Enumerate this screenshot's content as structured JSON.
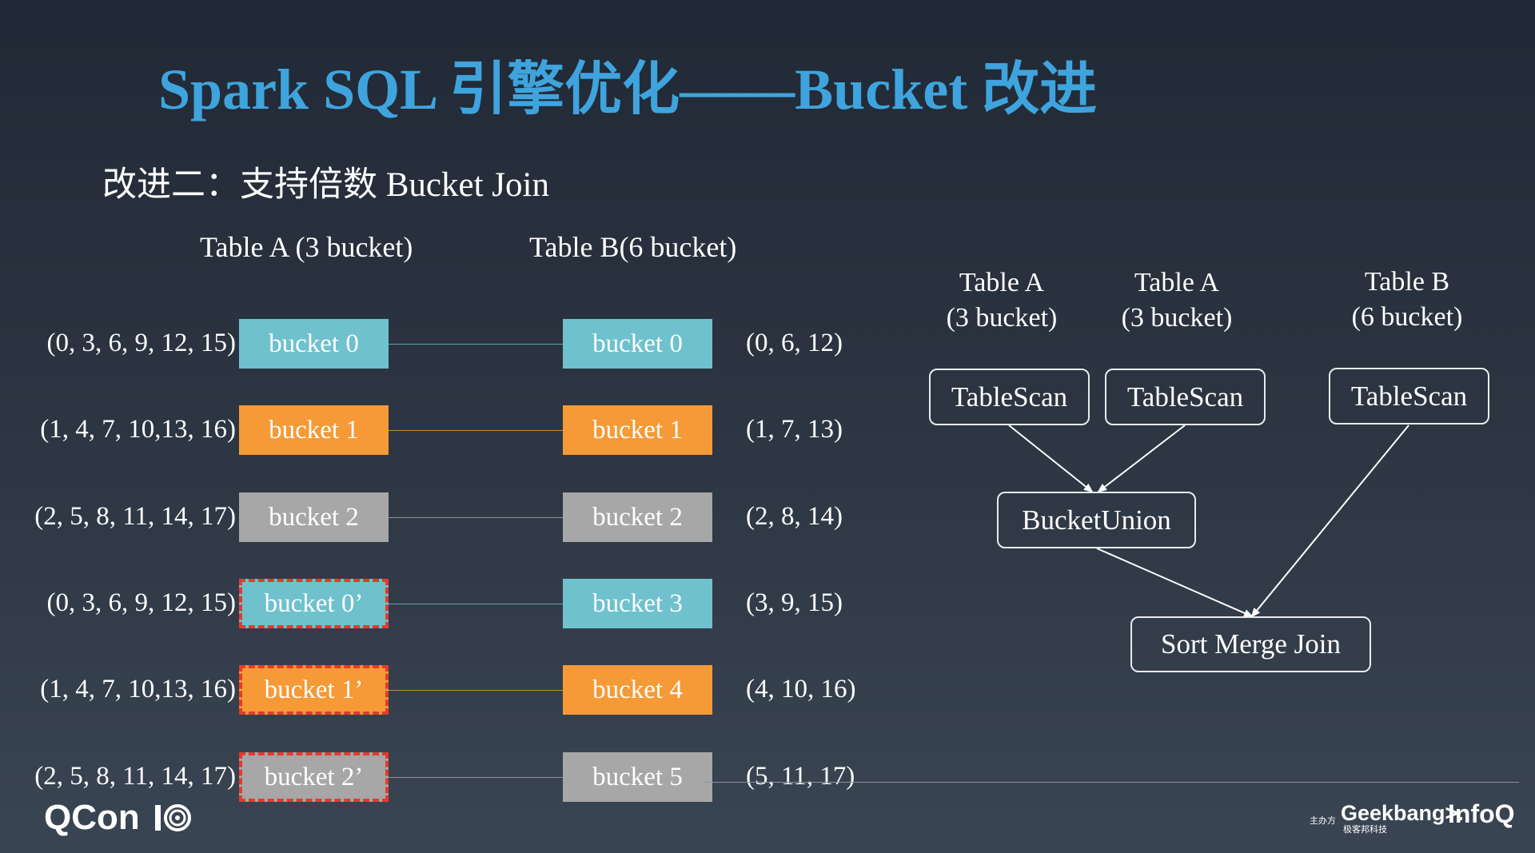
{
  "title": "Spark SQL 引擎优化——Bucket 改进",
  "subtitle": "改进二：支持倍数 Bucket Join",
  "table_a_header": "Table A (3 bucket)",
  "table_b_header": "Table B(6 bucket)",
  "rows": [
    {
      "left_values": "(0, 3, 6, 9, 12, 15)",
      "a_label": "bucket 0",
      "a_color": "#6fc1ce",
      "a_dashed": false,
      "b_label": "bucket 0",
      "b_color": "#6fc1ce",
      "right_values": "(0, 6, 12)"
    },
    {
      "left_values": "(1, 4, 7, 10,13, 16)",
      "a_label": "bucket 1",
      "a_color": "#f59a36",
      "a_dashed": false,
      "b_label": "bucket 1",
      "b_color": "#f59a36",
      "right_values": "(1, 7, 13)"
    },
    {
      "left_values": "(2, 5, 8, 11, 14, 17)",
      "a_label": "bucket 2",
      "a_color": "#a7a7a7",
      "a_dashed": false,
      "b_label": "bucket 2",
      "b_color": "#a7a7a7",
      "right_values": "(2, 8, 14)"
    },
    {
      "left_values": "(0, 3, 6, 9, 12, 15)",
      "a_label": "bucket 0’",
      "a_color": "#6fc1ce",
      "a_dashed": true,
      "b_label": "bucket 3",
      "b_color": "#6fc1ce",
      "right_values": "(3, 9, 15)"
    },
    {
      "left_values": "(1, 4, 7, 10,13, 16)",
      "a_label": "bucket 1’",
      "a_color": "#f59a36",
      "a_dashed": true,
      "b_label": "bucket 4",
      "b_color": "#f59a36",
      "right_values": "(4, 10, 16)"
    },
    {
      "left_values": "(2, 5, 8, 11, 14, 17)",
      "a_label": "bucket 2’",
      "a_color": "#a7a7a7",
      "a_dashed": true,
      "b_label": "bucket 5",
      "b_color": "#a7a7a7",
      "right_values": "(5, 11, 17)"
    }
  ],
  "plan": {
    "labels": [
      {
        "line1": "Table A",
        "line2": "(3 bucket)"
      },
      {
        "line1": "Table A",
        "line2": "(3 bucket)"
      },
      {
        "line1": "Table B",
        "line2": "(6 bucket)"
      }
    ],
    "scan_nodes": [
      "TableScan",
      "TableScan",
      "TableScan"
    ],
    "union_node": "BucketUnion",
    "join_node": "Sort Merge Join"
  },
  "footer": {
    "qcon": "QCon",
    "sponsor": "主办方",
    "geekbang": "Geekbang>.",
    "geekbang_sub": "极客邦科技",
    "infoq": "InfoQ"
  },
  "colors": {
    "title": "#3fa4dd",
    "dashed_border": "#e8392c",
    "background_top": "#202935",
    "background_bottom": "#3a4553"
  }
}
